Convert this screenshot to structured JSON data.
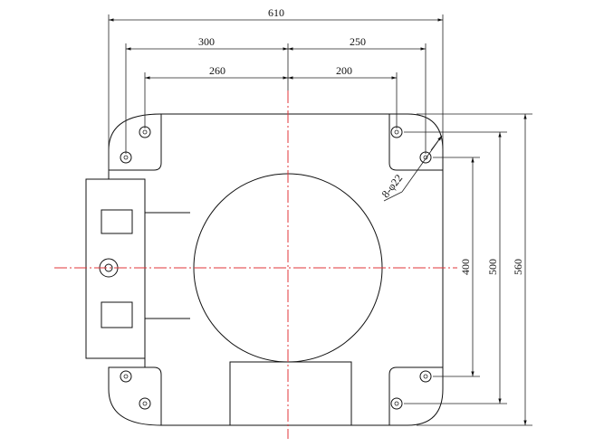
{
  "drawing": {
    "dimensions": {
      "overall_width": "610",
      "left_outer": "300",
      "right_outer": "250",
      "left_inner": "260",
      "right_inner": "200",
      "hole_spec": "8-φ22",
      "height_inner": "400",
      "height_mid": "500",
      "height_outer": "560"
    }
  }
}
